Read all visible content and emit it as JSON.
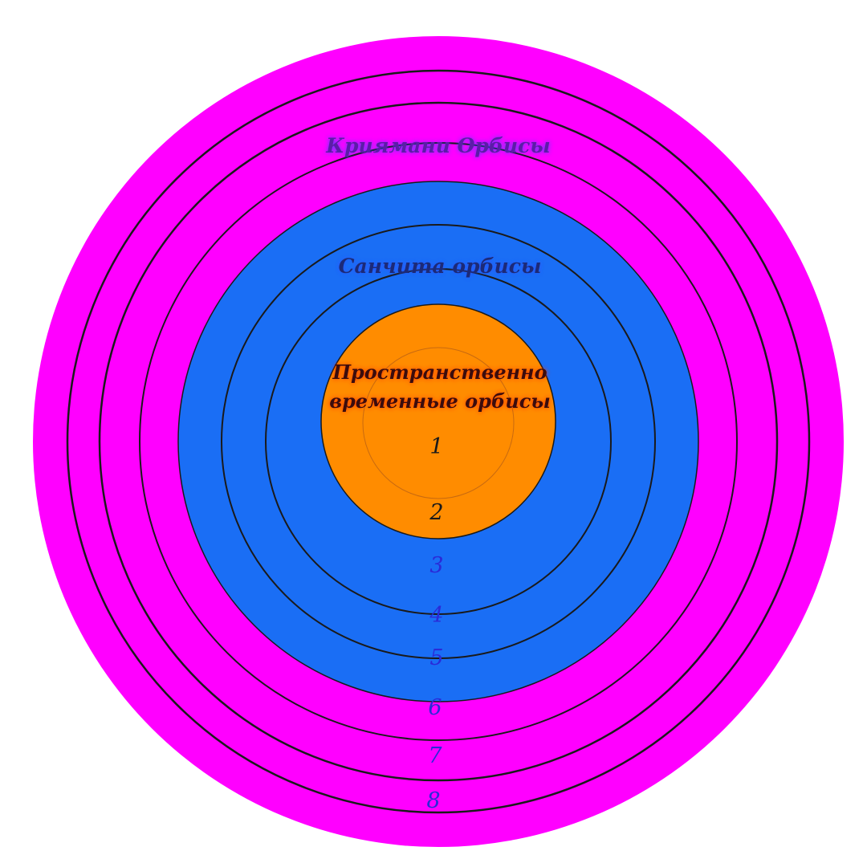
{
  "diagram": {
    "colors": {
      "outer_zone": "#ff00ff",
      "middle_zone": "#1a6ef5",
      "inner_zone": "#ff8c00",
      "ring_line": "#1a1a1a",
      "outer_label": "#5b1fa8",
      "middle_label": "#1e2a78",
      "inner_label": "#3a0a0a",
      "number_dark": "#1a1a1a",
      "number_blue": "#2a2ad8"
    },
    "labels": {
      "outer": "Криямани Орбисы",
      "middle": "Санчита орбисы",
      "inner_line1": "Пространственно",
      "inner_line2": "временные орбисы"
    },
    "numbers": [
      "1",
      "2",
      "3",
      "4",
      "5",
      "6",
      "7",
      "8"
    ]
  }
}
